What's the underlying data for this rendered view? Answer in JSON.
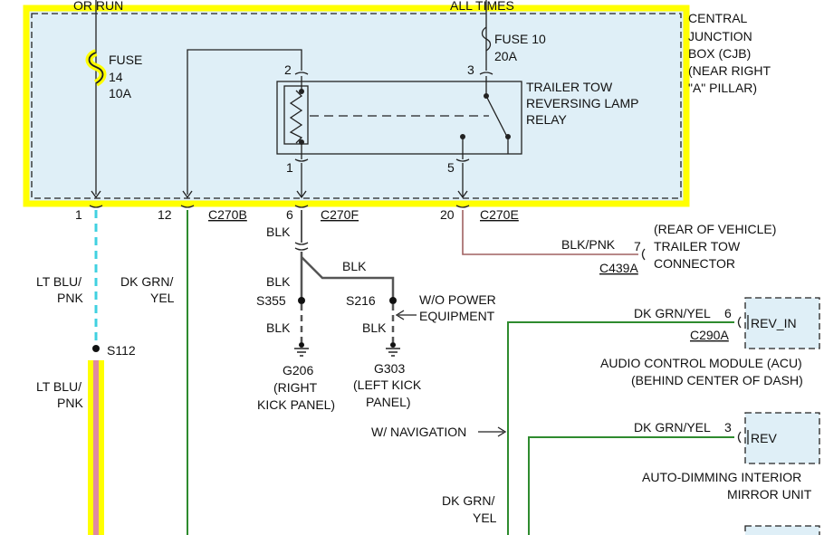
{
  "top": {
    "left_feed": "OR RUN",
    "right_feed": "ALL TIMES"
  },
  "cjb": {
    "line1": "CENTRAL",
    "line2": "JUNCTION",
    "line3": "BOX (CJB)",
    "line4": "(NEAR RIGHT",
    "line5": "\"A\" PILLAR)"
  },
  "fuse14": {
    "label": "FUSE",
    "number": "14",
    "rating": "10A"
  },
  "fuse10": {
    "label": "FUSE 10",
    "rating": "20A"
  },
  "relay": {
    "line1": "TRAILER TOW",
    "line2": "REVERSING LAMP",
    "line3": "RELAY",
    "pin_2": "2",
    "pin_3": "3",
    "pin_1": "1",
    "pin_5": "5"
  },
  "connectors": {
    "pin_1": "1",
    "pin_12": "12",
    "c270b": "C270B",
    "pin_6": "6",
    "c270f": "C270F",
    "pin_20": "20",
    "c270e": "C270E"
  },
  "wires": {
    "lt_blu_pnk_1a": "LT BLU/",
    "lt_blu_pnk_1b": "PNK",
    "lt_blu_pnk_2a": "LT BLU/",
    "lt_blu_pnk_2b": "PNK",
    "dk_grn_yel_a": "DK GRN/",
    "dk_grn_yel_b": "YEL",
    "dk_grn_yel_bottom_a": "DK GRN/",
    "dk_grn_yel_bottom_b": "YEL",
    "blk_top": "BLK",
    "blk_s355": "BLK",
    "blk_s355_below": "BLK",
    "blk_branch": "BLK",
    "blk_s216_below": "BLK",
    "blk_pnk": "BLK/PNK"
  },
  "splices": {
    "s112": "S112",
    "s355": "S355",
    "s216": "S216"
  },
  "grounds": {
    "g206": {
      "id": "G206",
      "line1": "(RIGHT",
      "line2": "KICK PANEL)"
    },
    "g303": {
      "id": "G303",
      "line1": "(LEFT KICK",
      "line2": "PANEL)"
    }
  },
  "notes": {
    "wo_power_1": "W/O POWER",
    "wo_power_2": "EQUIPMENT",
    "w_navigation": "W/ NAVIGATION"
  },
  "trailer": {
    "line0": "(REAR OF VEHICLE)",
    "pin": "7",
    "line1": "TRAILER TOW",
    "line2": "CONNECTOR",
    "connector": "C439A"
  },
  "acu": {
    "wire": "DK GRN/YEL",
    "pin": "6",
    "connector": "C290A",
    "terminal": "REV_IN",
    "line1": "AUDIO CONTROL MODULE (ACU)",
    "line2": "(BEHIND CENTER OF DASH)"
  },
  "mirror": {
    "wire": "DK GRN/YEL",
    "pin": "3",
    "terminal": "REV",
    "line1": "AUTO-DIMMING INTERIOR",
    "line2": "MIRROR UNIT"
  },
  "colors": {
    "highlight": "#ffff00",
    "box_fill": "#dfeff7",
    "dk_grn_yel": "#2e8b2e",
    "lt_blu": "#40d0e0",
    "blk": "#555555",
    "blk_pnk": "#a06060"
  }
}
